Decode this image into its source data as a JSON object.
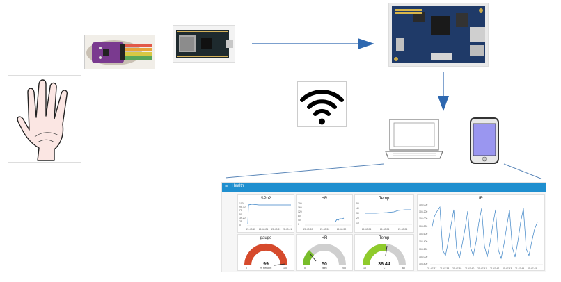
{
  "dashboard": {
    "header_title": "Health",
    "spo2_chart": {
      "title": "SPo2",
      "y_ticks": [
        "100",
        "95.70",
        "75",
        "50",
        "39.20",
        "25",
        "0"
      ],
      "x_ticks": [
        "21:40:11",
        "21:40:21",
        "21:40:31",
        "21:40:41"
      ]
    },
    "hr_chart": {
      "title": "HR",
      "y_ticks": [
        "200",
        "160",
        "120",
        "80",
        "40",
        "0"
      ],
      "x_ticks": [
        "21:40:30",
        "21:40:30",
        "21:40:30"
      ]
    },
    "temp_chart": {
      "title": "Temp",
      "y_ticks": [
        "50",
        "40",
        "30",
        "20",
        "10"
      ],
      "x_ticks": [
        "21:40:06",
        "21:40:06",
        "21:40:06"
      ]
    },
    "ir_chart": {
      "title": "IR",
      "y_ticks": [
        "105.000",
        "105.200",
        "105.000",
        "104.800",
        "104.600",
        "104.400",
        "104.200",
        "104.000",
        "103.800"
      ],
      "x_ticks": [
        "21:47:37",
        "21:47:38",
        "21:47:39",
        "21:47:40",
        "21:47:41",
        "21:47:42",
        "21:47:43",
        "21:47:44",
        "21:47:45"
      ]
    },
    "gauge_spo2": {
      "title": "gauge",
      "value": "99",
      "unit": "% Percent",
      "min": "0",
      "max": "100",
      "fraction": 0.99,
      "color": "#d64a2c"
    },
    "gauge_hr": {
      "title": "HR",
      "value": "50",
      "unit": "bpm",
      "min": "0",
      "max": "200",
      "fraction": 0.25,
      "color": "#78bd2a"
    },
    "gauge_temp": {
      "title": "Temp",
      "value": "36.44",
      "unit": "C",
      "min": "10",
      "max": "60",
      "fraction": 0.53,
      "color": "#8fcb2c"
    }
  },
  "colors": {
    "arrow": "#2e68b0",
    "dashboard_header": "#1f8fcf",
    "line": "#3d84c6"
  }
}
